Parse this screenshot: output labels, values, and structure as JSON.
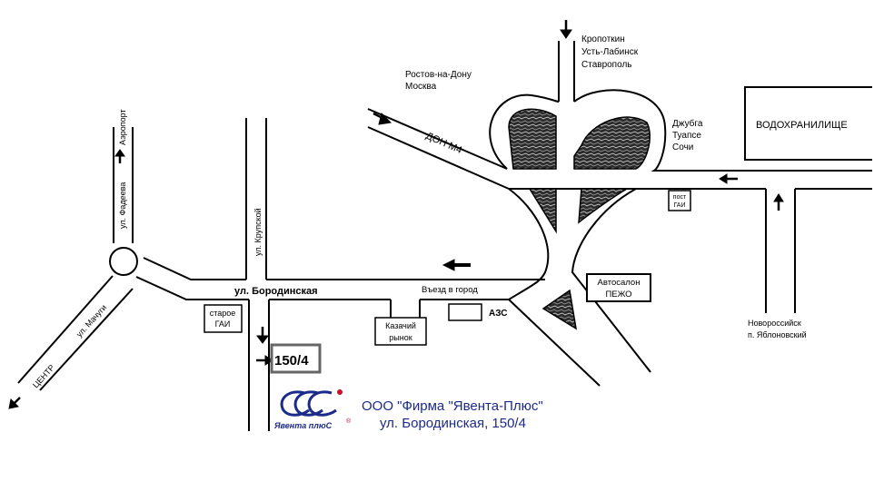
{
  "map": {
    "destinations_north": [
      "Кропоткин",
      "Усть-Лабинск",
      "Ставрополь"
    ],
    "destinations_rostov": [
      "Ростов-на-Дону",
      "Москва"
    ],
    "destinations_east": [
      "Джубга",
      "Туапсе",
      "Сочи"
    ],
    "destinations_south": [
      "Новороссийск",
      "п. Яблоновский"
    ],
    "reservoir": "ВОДОХРАНИЛИЩЕ",
    "highway": "ДОН М4",
    "street_fadeeva": "ул. Фадеева",
    "airport": "Аэропорт",
    "street_krupskoy": "ул. Крупской",
    "street_borodinskaya": "ул. Бородинская",
    "entry_to_city": "Въезд в город",
    "street_machugi": "ул. Мачуги",
    "center": "ЦЕНТР",
    "old_gai": [
      "старое",
      "ГАИ"
    ],
    "post_gai": [
      "пост",
      "ГАИ"
    ],
    "kazachiy_market": [
      "Казачий",
      "рынок"
    ],
    "gas_station": "АЗС",
    "car_dealer": [
      "Автосалон",
      "ПЕЖО"
    ],
    "building_number": "150/4"
  },
  "company": {
    "name": "ООО \"Фирма \"Явента-Плюс\"",
    "address": "ул. Бородинская, 150/4",
    "logo_text": "Явента плюС",
    "logo_mark": "®"
  },
  "colors": {
    "ink": "#000000",
    "brand_blue": "#1c2a8c",
    "logo_red": "#c8102e",
    "background": "#ffffff"
  }
}
